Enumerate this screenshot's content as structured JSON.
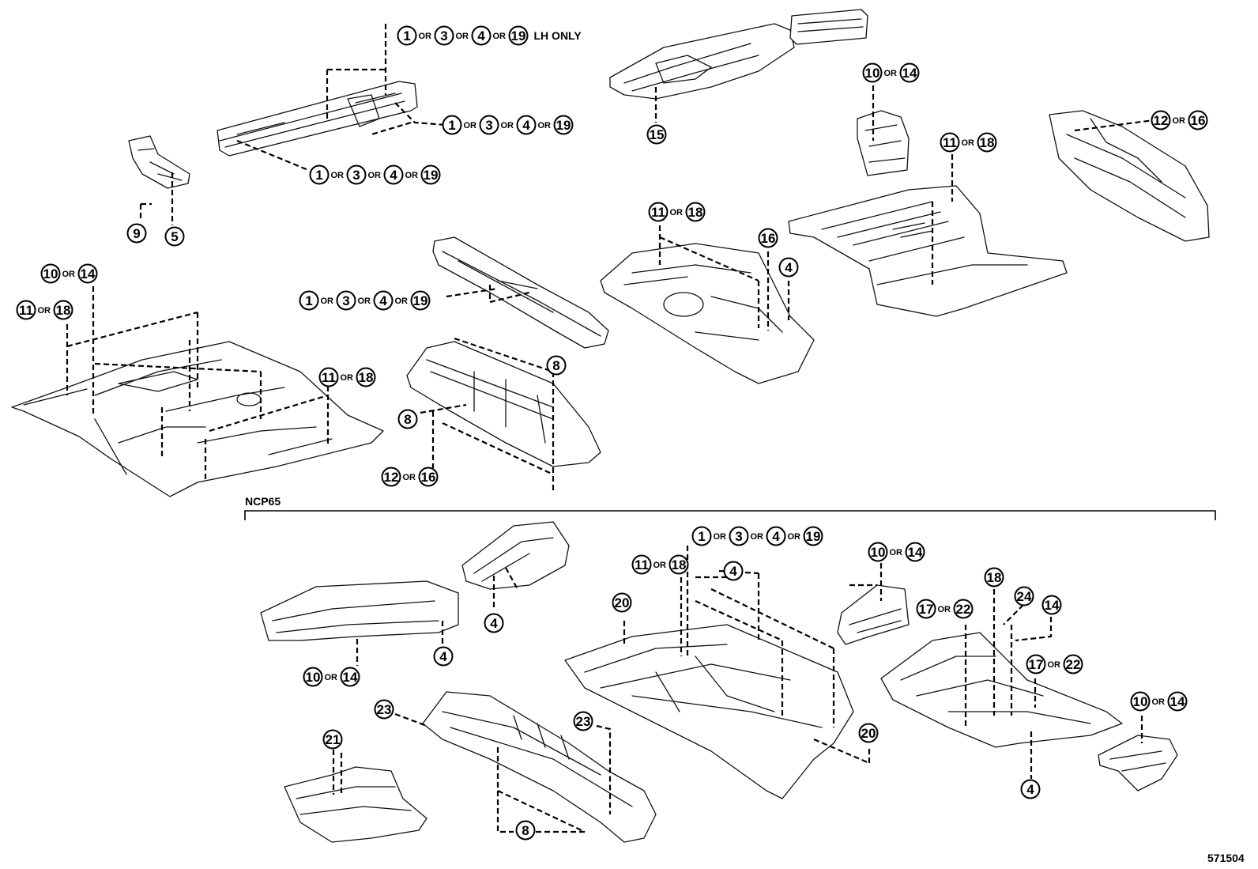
{
  "or_label": "OR",
  "section_label": "NCP65",
  "figure_id": "571504",
  "lh_only_label": "LH ONLY",
  "callouts": [
    {
      "id": "c-top-lh",
      "nums": [
        "1",
        "3",
        "4",
        "19"
      ],
      "suffix": "LH ONLY"
    },
    {
      "id": "c-top-r",
      "nums": [
        "1",
        "3",
        "4",
        "19"
      ]
    },
    {
      "id": "c-top-b",
      "nums": [
        "1",
        "3",
        "4",
        "19"
      ]
    },
    {
      "id": "c-9",
      "nums": [
        "9"
      ]
    },
    {
      "id": "c-5",
      "nums": [
        "5"
      ]
    },
    {
      "id": "c-15",
      "nums": [
        "15"
      ]
    },
    {
      "id": "c-10-14-a",
      "nums": [
        "10",
        "14"
      ]
    },
    {
      "id": "c-12-16-a",
      "nums": [
        "12",
        "16"
      ]
    },
    {
      "id": "c-11-18-a",
      "nums": [
        "11",
        "18"
      ]
    },
    {
      "id": "c-11-18-b",
      "nums": [
        "11",
        "18"
      ]
    },
    {
      "id": "c-16",
      "nums": [
        "16"
      ]
    },
    {
      "id": "c-4-a",
      "nums": [
        "4"
      ]
    },
    {
      "id": "c-1-19-mid",
      "nums": [
        "1",
        "3",
        "4",
        "19"
      ]
    },
    {
      "id": "c-10-14-left",
      "nums": [
        "10",
        "14"
      ]
    },
    {
      "id": "c-11-18-left",
      "nums": [
        "11",
        "18"
      ]
    },
    {
      "id": "c-11-18-mid",
      "nums": [
        "11",
        "18"
      ]
    },
    {
      "id": "c-8-a",
      "nums": [
        "8"
      ]
    },
    {
      "id": "c-8-b",
      "nums": [
        "8"
      ]
    },
    {
      "id": "c-12-16-b",
      "nums": [
        "12",
        "16"
      ]
    },
    {
      "id": "c-1-19-low",
      "nums": [
        "1",
        "3",
        "4",
        "19"
      ]
    },
    {
      "id": "c-10-14-b",
      "nums": [
        "10",
        "14"
      ]
    },
    {
      "id": "c-11-18-low",
      "nums": [
        "11",
        "18"
      ]
    },
    {
      "id": "c-4-b",
      "nums": [
        "4"
      ]
    },
    {
      "id": "c-4-c",
      "nums": [
        "4"
      ]
    },
    {
      "id": "c-4-d",
      "nums": [
        "4"
      ]
    },
    {
      "id": "c-10-14-c",
      "nums": [
        "10",
        "14"
      ]
    },
    {
      "id": "c-20-a",
      "nums": [
        "20"
      ]
    },
    {
      "id": "c-20-b",
      "nums": [
        "20"
      ]
    },
    {
      "id": "c-18",
      "nums": [
        "18"
      ]
    },
    {
      "id": "c-24",
      "nums": [
        "24"
      ]
    },
    {
      "id": "c-14",
      "nums": [
        "14"
      ]
    },
    {
      "id": "c-17-22-a",
      "nums": [
        "17",
        "22"
      ]
    },
    {
      "id": "c-17-22-b",
      "nums": [
        "17",
        "22"
      ]
    },
    {
      "id": "c-10-14-d",
      "nums": [
        "10",
        "14"
      ]
    },
    {
      "id": "c-23-a",
      "nums": [
        "23"
      ]
    },
    {
      "id": "c-23-b",
      "nums": [
        "23"
      ]
    },
    {
      "id": "c-21",
      "nums": [
        "21"
      ]
    },
    {
      "id": "c-8-c",
      "nums": [
        "8"
      ]
    },
    {
      "id": "c-4-e",
      "nums": [
        "4"
      ]
    }
  ]
}
